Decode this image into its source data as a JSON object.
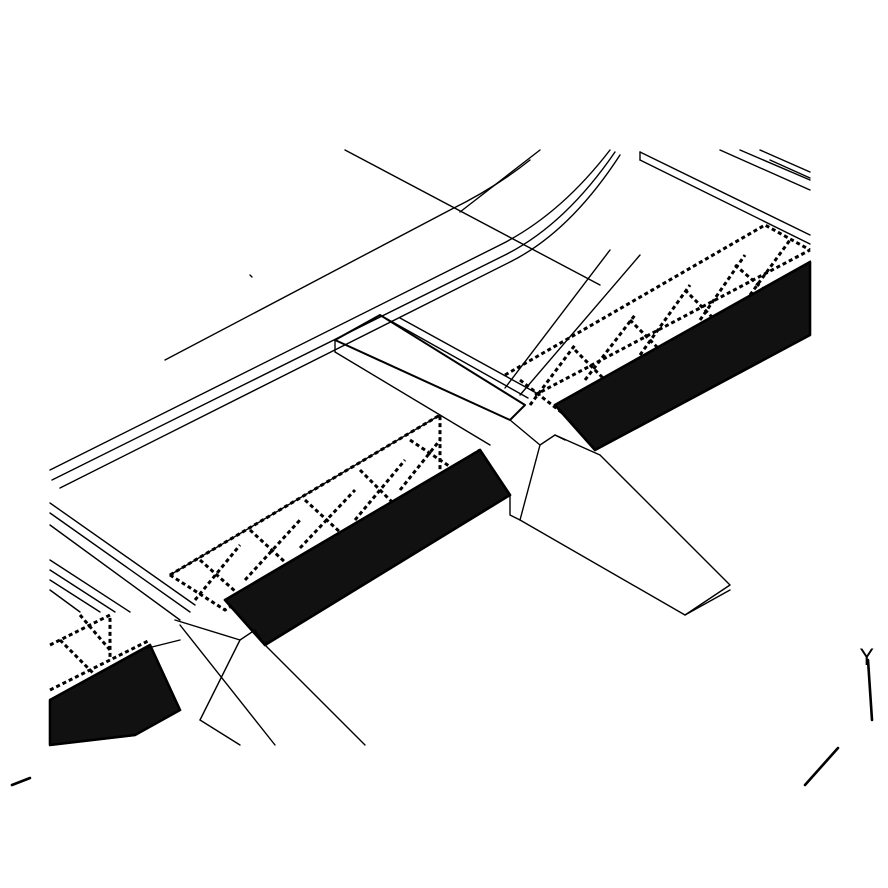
{
  "figure": {
    "background": "#ffffff",
    "ink": "#000000",
    "axis_glyph": "Y",
    "groynes": [
      {
        "id": 1,
        "sloped_face": "texture-coarse"
      },
      {
        "id": 2,
        "sloped_face": "texture-coarse"
      },
      {
        "id": 3,
        "sloped_face": "texture-coarse"
      }
    ]
  }
}
